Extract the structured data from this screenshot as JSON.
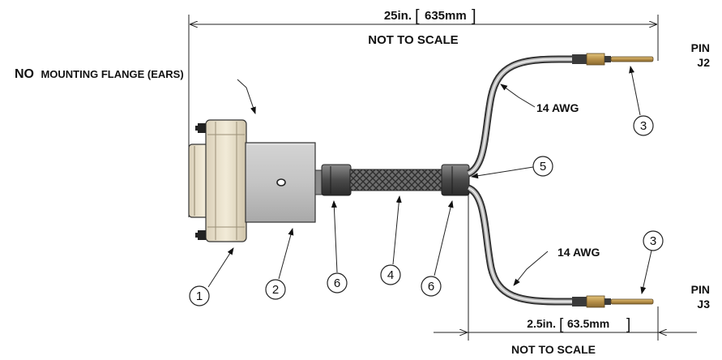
{
  "dimensions": {
    "overall_length": "25in.",
    "overall_length_mm": "635mm",
    "overall_note": "NOT TO SCALE",
    "breakout_length": "2.5in.",
    "breakout_length_mm": "63.5mm",
    "breakout_note": "NOT TO SCALE"
  },
  "notes": {
    "flange_bold": "NO",
    "flange_rest": "MOUNTING FLANGE (EARS)"
  },
  "wires": {
    "upper_gauge": "14 AWG",
    "lower_gauge": "14 AWG"
  },
  "pins": {
    "top_pin": "PIN",
    "top_ref": "J2",
    "bottom_pin": "PIN",
    "bottom_ref": "J3"
  },
  "balloons": {
    "connector": "1",
    "backshell": "2",
    "contact_top": "3",
    "contact_bottom": "3",
    "braid": "4",
    "splice": "5",
    "sleeve_left": "6",
    "sleeve_right": "6"
  }
}
